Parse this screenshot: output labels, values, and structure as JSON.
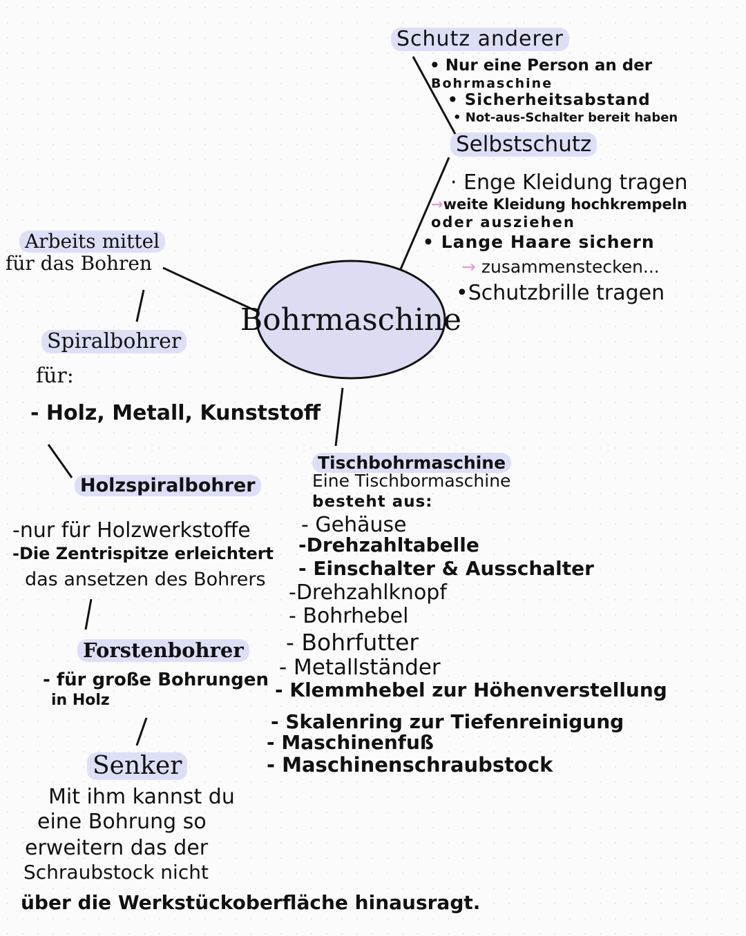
{
  "center": {
    "label": "Bohrmaschine"
  },
  "schutz_anderer": {
    "title": "Schutz anderer",
    "items": [
      "Nur eine Person an der",
      "Bohrmaschine",
      "Sicherheitsabstand",
      "Not-aus-Schalter bereit haben"
    ]
  },
  "selbstschutz": {
    "title": "Selbstschutz",
    "items": [
      "Enge Kleidung tragen",
      "weite Kleidung hochkrempeln",
      "oder ausziehen",
      "Lange Haare sichern",
      "zusammenstecken...",
      "Schutzbrille tragen"
    ]
  },
  "arbeitsmittel": {
    "title_line1": "Arbeits mittel",
    "title_line2": "für das Bohren",
    "spiral": {
      "title": "Spiralbohrer",
      "sub": "für:",
      "item": "- Holz, Metall, Kunststoff"
    },
    "holz": {
      "title": "Holzspiralbohrer",
      "items": [
        "-nur für Holzwerkstoffe",
        "-Die Zentrispitze erleichtert",
        "das ansetzen des Bohrers"
      ]
    },
    "forsten": {
      "title": "Forstenbohrer",
      "items": [
        "- für große Bohrungen",
        "in Holz"
      ]
    },
    "senker": {
      "title": "Senker",
      "lines": [
        "Mit ihm kannst du",
        "eine Bohrung so",
        "erweitern das der",
        "Schraubstock nicht",
        "über die Werkstückoberfläche hinausragt."
      ]
    }
  },
  "tisch": {
    "title": "Tischbohrmaschine",
    "intro1": "Eine Tischbormaschine",
    "intro2": "besteht aus:",
    "items": [
      "- Gehäuse",
      "-Drehzahltabelle",
      "- Einschalter & Ausschalter",
      "-Drehzahlknopf",
      "- Bohrhebel",
      "- Bohrfutter",
      "- Metallständer",
      "- Klemmhebel zur Höhenverstellung",
      "- Skalenring zur Tiefenreinigung",
      "- Maschinenfuß",
      "- Maschinenschraubstock"
    ]
  }
}
